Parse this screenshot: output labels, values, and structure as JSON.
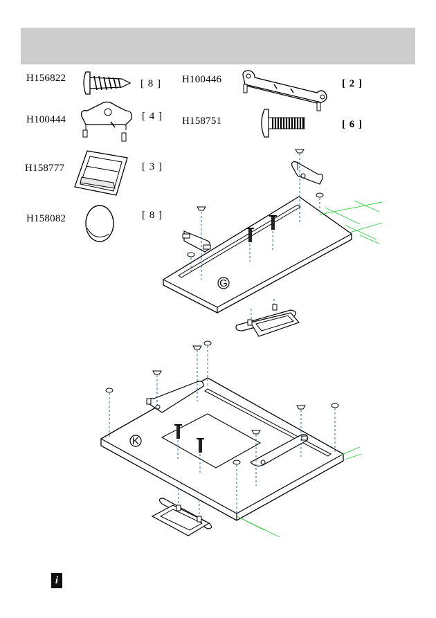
{
  "header": {
    "color": "#cdcdcd"
  },
  "parts": [
    {
      "code": "H156822",
      "quantity": "[ 8 ]",
      "icon": "screw-icon"
    },
    {
      "code": "H100446",
      "quantity": "[ 2 ]",
      "icon": "bracket-rail-icon"
    },
    {
      "code": "H100444",
      "quantity": "[ 4 ]",
      "icon": "bracket-icon"
    },
    {
      "code": "H158751",
      "quantity": "[ 6 ]",
      "icon": "bolt-icon"
    },
    {
      "code": "H158777",
      "quantity": "[ 3 ]",
      "icon": "handle-icon"
    },
    {
      "code": "H158082",
      "quantity": "[ 8 ]",
      "icon": "cap-cover-icon"
    }
  ],
  "steps": [
    {
      "letter": "G"
    },
    {
      "letter": "K"
    }
  ],
  "footer": {
    "icon": "info-icon",
    "glyph": "i"
  }
}
